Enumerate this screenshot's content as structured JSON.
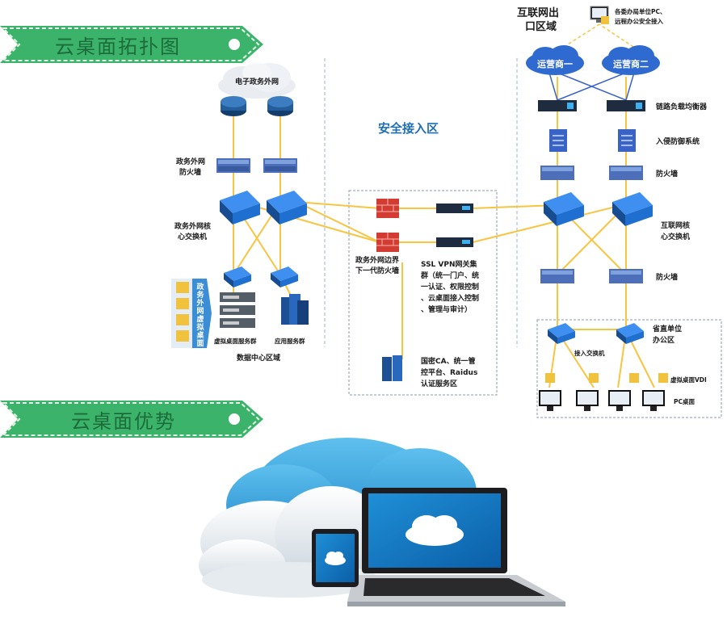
{
  "sections": {
    "topology_title": "云桌面拓扑图",
    "advantage_title": "云桌面优势"
  },
  "zones": {
    "internet_exit": [
      "互联网出",
      "口区域"
    ],
    "security_access": "安全接入区",
    "datacenter": "数据中心区域"
  },
  "left": {
    "egov_network": "电子政务外网",
    "egov_firewall": [
      "政务外网",
      "防火墙"
    ],
    "egov_core_switch": [
      "政务外网核",
      "心交换机"
    ],
    "vdesk_cluster_vertical": [
      "政",
      "务",
      "外",
      "网",
      "虚",
      "拟",
      "桌",
      "面"
    ],
    "vdesk_server_group": "虚拟桌面服务群",
    "app_server_group": "应用服务群"
  },
  "middle": {
    "ngfw": [
      "政务外网边界",
      "下一代防火墙"
    ],
    "ssl_vpn": [
      "SSL VPN网关集",
      "群（统一门户、统",
      "一认证、权限控制",
      "、云桌面接入控制",
      "、管理与审计）"
    ],
    "ca_zone": [
      "国密CA、统一管",
      "控平台、Raidus",
      "认证服务区"
    ]
  },
  "right": {
    "remote_users": [
      "各委办局单位PC、",
      "远程办公安全接入"
    ],
    "isp1": "运营商一",
    "isp2": "运营商二",
    "load_balancer": "链路负载均衡器",
    "ips": "入侵防御系统",
    "firewall_top": "防火墙",
    "core_switch": [
      "互联网核",
      "心交换机"
    ],
    "firewall_bottom": "防火墙",
    "office_zone": [
      "省直单位",
      "办公区"
    ],
    "access_switch": "接入交换机",
    "vdi": "虚拟桌面VDI",
    "pc": "PC桌面"
  },
  "colors": {
    "link_yellow": "#f7c541",
    "link_blue": "#3a63c8",
    "switch_blue": "#1e6fd0",
    "router_blue": "#235d9a",
    "firewall_red": "#d23c33",
    "firewall_blue": "#4d6fb9",
    "ribbon_green": "#39b56a",
    "cloud_blue": "#2f9ed9"
  }
}
